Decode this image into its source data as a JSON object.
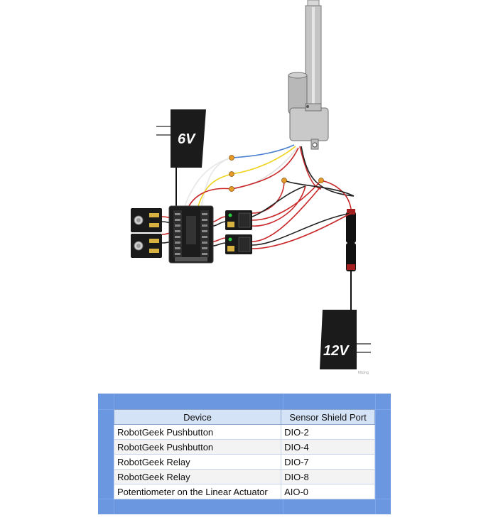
{
  "diagram": {
    "supply_6v_label": "6V",
    "supply_12v_label": "12V",
    "watermark": "fritzing"
  },
  "table": {
    "headers": [
      "Device",
      "Sensor Shield Port"
    ],
    "rows": [
      {
        "device": "RobotGeek Pushbutton",
        "port": "DIO-2"
      },
      {
        "device": "RobotGeek Pushbutton",
        "port": "DIO-4"
      },
      {
        "device": "RobotGeek Relay",
        "port": "DIO-7"
      },
      {
        "device": "RobotGeek Relay",
        "port": "DIO-8"
      },
      {
        "device": "Potentiometer on the Linear Actuator",
        "port": "AIO-0"
      }
    ]
  },
  "colors": {
    "wire_red": "#c8282a",
    "wire_black": "#222222",
    "wire_white": "#e8e8e8",
    "wire_yellow": "#f0d21a",
    "wire_blue": "#4a7fd0",
    "table_frame": "#6a97e0",
    "table_header": "#d5e3f6"
  }
}
